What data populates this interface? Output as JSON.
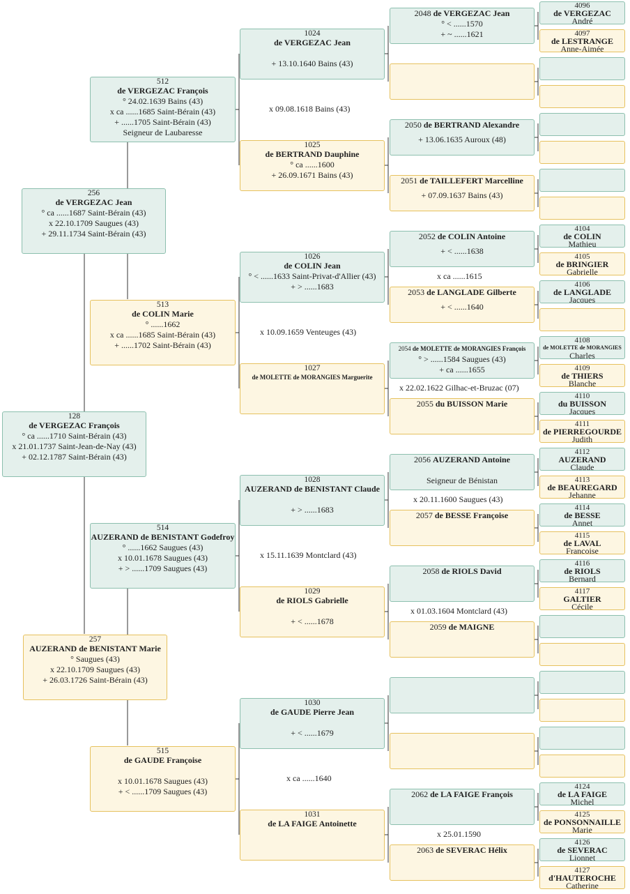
{
  "p128": {
    "num": "128",
    "name": "de VERGEZAC François",
    "l1": "° ca ......1710 Saint-Bérain (43)",
    "l2": "x 21.01.1737 Saint-Jean-de-Nay (43)",
    "l3": "+ 02.12.1787 Saint-Bérain (43)"
  },
  "p256": {
    "num": "256",
    "name": "de VERGEZAC Jean",
    "l1": "° ca ......1687 Saint-Bérain (43)",
    "l2": "x 22.10.1709 Saugues (43)",
    "l3": "+ 29.11.1734 Saint-Bérain (43)"
  },
  "p257": {
    "num": "257",
    "name": "AUZERAND de BENISTANT Marie",
    "l1": "° Saugues (43)",
    "l2": "x 22.10.1709 Saugues (43)",
    "l3": "+ 26.03.1726 Saint-Bérain (43)"
  },
  "p512": {
    "num": "512",
    "name": "de VERGEZAC François",
    "l1": "° 24.02.1639 Bains (43)",
    "l2": "x ca ......1685 Saint-Bérain (43)",
    "l3": "+ ......1705 Saint-Bérain (43)",
    "l4": "Seigneur de Laubaresse"
  },
  "p513": {
    "num": "513",
    "name": "de COLIN Marie",
    "l1": "° ......1662",
    "l2": "x ca ......1685 Saint-Bérain (43)",
    "l3": "+ ......1702 Saint-Bérain (43)"
  },
  "p514": {
    "num": "514",
    "name": "AUZERAND de BENISTANT Godefroy",
    "l1": "° ......1662 Saugues (43)",
    "l2": "x 10.01.1678 Saugues (43)",
    "l3": "+ > ......1709 Saugues (43)"
  },
  "p515": {
    "num": "515",
    "name": "de GAUDE Françoise",
    "l2": "x 10.01.1678 Saugues (43)",
    "l3": "+ < ......1709 Saugues (43)"
  },
  "p1024": {
    "num": "1024",
    "name": "de VERGEZAC Jean",
    "l3": "+ 13.10.1640 Bains (43)"
  },
  "p1025": {
    "num": "1025",
    "name": "de BERTRAND Dauphine",
    "l1": "° ca ......1600",
    "l3": "+ 26.09.1671 Bains (43)"
  },
  "p1026": {
    "num": "1026",
    "name": "de COLIN Jean",
    "l1": "° < ......1633 Saint-Privat-d'Allier (43)",
    "l3": "+ > ......1683"
  },
  "p1027": {
    "num": "1027",
    "name": "de MOLETTE de MORANGIES Marguerite"
  },
  "p1028": {
    "num": "1028",
    "name": "AUZERAND de BENISTANT Claude",
    "l3": "+ > ......1683"
  },
  "p1029": {
    "num": "1029",
    "name": "de RIOLS Gabrielle",
    "l3": "+ < ......1678"
  },
  "p1030": {
    "num": "1030",
    "name": "de GAUDE Pierre Jean",
    "l3": "+ < ......1679"
  },
  "p1031": {
    "num": "1031",
    "name": "de LA FAIGE Antoinette"
  },
  "marriages": {
    "m512": "x 09.08.1618 Bains (43)",
    "m513": "x 10.09.1659 Venteuges (43)",
    "m514": "x 15.11.1639 Montclard (43)",
    "m515": "x ca ......1640",
    "m1025": "x ca ......1615",
    "m1027": "x 22.02.1622 Gilhac-et-Bruzac (07)",
    "m1028": "x 20.11.1600 Saugues (43)",
    "m1029": "x 01.03.1604 Montclard (43)",
    "m1031": "x 25.01.1590"
  },
  "p2048": {
    "num": "2048",
    "name": "de VERGEZAC Jean",
    "l1": "° < ......1570",
    "l3": "+ ~ ......1621"
  },
  "p2050": {
    "num": "2050",
    "name": "de BERTRAND Alexandre",
    "l3": "+ 13.06.1635 Auroux (48)"
  },
  "p2051": {
    "num": "2051",
    "name": "de TAILLEFERT Marcelline",
    "l3": "+ 07.09.1637 Bains (43)"
  },
  "p2052": {
    "num": "2052",
    "name": "de COLIN Antoine",
    "l3": "+ < ......1638"
  },
  "p2053": {
    "num": "2053",
    "name": "de LANGLADE Gilberte",
    "l3": "+ < ......1640"
  },
  "p2054": {
    "num": "2054",
    "name": "de MOLETTE de MORANGIES François",
    "l1": "° > ......1584 Saugues (43)",
    "l3": "+ ca ......1655"
  },
  "p2055": {
    "num": "2055",
    "name": "du BUISSON Marie"
  },
  "p2056": {
    "num": "2056",
    "name": "AUZERAND Antoine",
    "l4": "Seigneur de Bénistan"
  },
  "p2057": {
    "num": "2057",
    "name": "de BESSE Françoise"
  },
  "p2058": {
    "num": "2058",
    "name": "de RIOLS David"
  },
  "p2059": {
    "num": "2059",
    "name": "de MAIGNE"
  },
  "p2062": {
    "num": "2062",
    "name": "de LA FAIGE François"
  },
  "p2063": {
    "num": "2063",
    "name": "de SEVERAC Hélix"
  },
  "p4096": {
    "num": "4096",
    "name": "de VERGEZAC",
    "first": "André"
  },
  "p4097": {
    "num": "4097",
    "name": "de LESTRANGE",
    "first": "Anne-Aimée"
  },
  "p4104": {
    "num": "4104",
    "name": "de COLIN",
    "first": "Mathieu"
  },
  "p4105": {
    "num": "4105",
    "name": "de BRINGIER",
    "first": "Gabrielle"
  },
  "p4106": {
    "num": "4106",
    "name": "de LANGLADE",
    "first": "Jacques"
  },
  "p4108": {
    "num": "4108",
    "name": "de MOLETTE de MORANGIES",
    "first": "Charles"
  },
  "p4109": {
    "num": "4109",
    "name": "de THIERS",
    "first": "Blanche"
  },
  "p4110": {
    "num": "4110",
    "name": "du BUISSON",
    "first": "Jacques"
  },
  "p4111": {
    "num": "4111",
    "name": "de PIERREGOURDE",
    "first": "Judith"
  },
  "p4112": {
    "num": "4112",
    "name": "AUZERAND",
    "first": "Claude"
  },
  "p4113": {
    "num": "4113",
    "name": "de BEAUREGARD",
    "first": "Jehanne"
  },
  "p4114": {
    "num": "4114",
    "name": "de BESSE",
    "first": "Annet"
  },
  "p4115": {
    "num": "4115",
    "name": "de LAVAL",
    "first": "Françoise"
  },
  "p4116": {
    "num": "4116",
    "name": "de RIOLS",
    "first": "Bernard"
  },
  "p4117": {
    "num": "4117",
    "name": "GALTIER",
    "first": "Cécile"
  },
  "p4124": {
    "num": "4124",
    "name": "de LA FAIGE",
    "first": "Michel"
  },
  "p4125": {
    "num": "4125",
    "name": "de PONSONNAILLE",
    "first": "Marie"
  },
  "p4126": {
    "num": "4126",
    "name": "de SEVERAC",
    "first": "Lionnet"
  },
  "p4127": {
    "num": "4127",
    "name": "d'HAUTEROCHE",
    "first": "Catherine"
  }
}
